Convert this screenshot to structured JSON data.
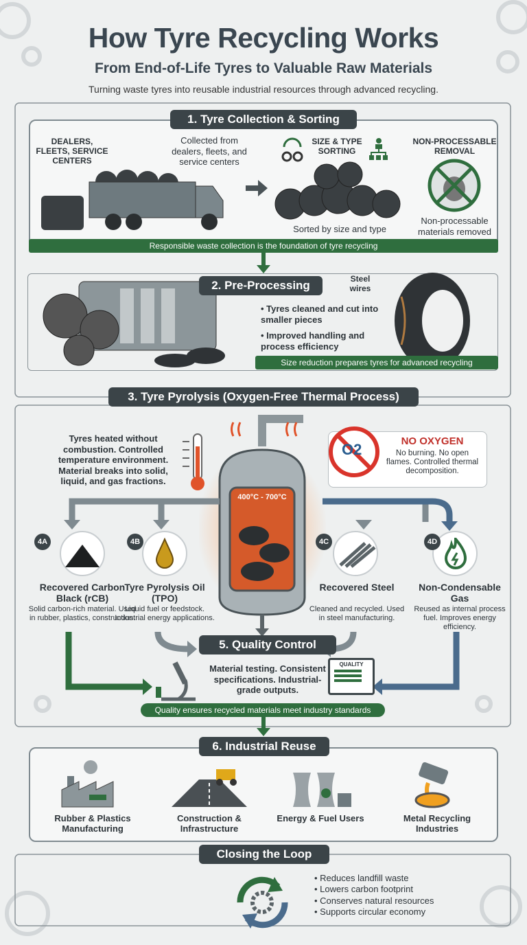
{
  "header": {
    "title": "How Tyre Recycling Works",
    "subtitle": "From End-of-Life Tyres to Valuable Raw Materials",
    "tagline": "Turning waste tyres into reusable industrial resources through advanced recycling."
  },
  "s1": {
    "title": "1. Tyre Collection & Sorting",
    "sources": "DEALERS, FLEETS, SERVICE CENTERS",
    "collected": "Collected from dealers, fleets, and service centers",
    "sorting": "SIZE & TYPE SORTING",
    "sorted": "Sorted by size and type",
    "removal": "NON-PROCESSABLE REMOVAL",
    "removed": "Non-processable materials removed",
    "band": "Responsible waste collection is the foundation of tyre recycling"
  },
  "s2": {
    "title": "2. Pre-Processing",
    "steel": "Steel wires",
    "bullets": [
      "Tyres cleaned and cut into smaller pieces",
      "Improved handling and process efficiency"
    ],
    "band": "Size reduction prepares tyres for advanced recycling"
  },
  "s3": {
    "title": "3. Tyre Pyrolysis (Oxygen-Free Thermal Process)",
    "desc": "Tyres heated without combustion. Controlled temperature environment. Material breaks into solid, liquid, and gas fractions.",
    "temp": "400°C - 700°C",
    "o2": "O2",
    "no_oxygen": "NO OXYGEN",
    "no_oxygen_desc": "No burning. No open flames. Controlled thermal decomposition."
  },
  "outputs": [
    {
      "badge": "4A",
      "title": "Recovered Carbon Black (rCB)",
      "desc": "Solid carbon-rich material. Used in rubber, plastics, construction.",
      "icon": "carbon-pile-icon"
    },
    {
      "badge": "4B",
      "title": "Tyre Pyrolysis Oil (TPO)",
      "desc": "Liquid fuel or feedstock. Industrial energy applications.",
      "icon": "oil-drop-icon"
    },
    {
      "badge": "4C",
      "title": "Recovered Steel",
      "desc": "Cleaned and recycled. Used in steel manufacturing.",
      "icon": "steel-bars-icon"
    },
    {
      "badge": "4D",
      "title": "Non-Condensable Gas",
      "desc": "Reused as internal process fuel. Improves energy efficiency.",
      "icon": "gas-flame-icon"
    }
  ],
  "s5": {
    "title": "5. Quality Control",
    "desc": "Material testing. Consistent specifications. Industrial-grade outputs.",
    "monitor": "QUALITY",
    "band": "Quality ensures recycled materials meet industry standards"
  },
  "s6": {
    "title": "6. Industrial Reuse",
    "items": [
      {
        "label": "Rubber & Plastics Manufacturing",
        "icon": "factory-icon"
      },
      {
        "label": "Construction & Infrastructure",
        "icon": "road-construction-icon"
      },
      {
        "label": "Energy & Fuel Users",
        "icon": "power-plant-icon"
      },
      {
        "label": "Metal Recycling Industries",
        "icon": "molten-metal-icon"
      }
    ]
  },
  "loop": {
    "title": "Closing the Loop",
    "bullets": [
      "Reduces landfill waste",
      "Lowers carbon footprint",
      "Conserves natural resources",
      "Supports circular economy"
    ]
  },
  "colors": {
    "dark": "#3b4448",
    "green": "#2f6e3e",
    "red": "#d9342b",
    "orange": "#e86a2c",
    "blue": "#4a6b8c"
  }
}
